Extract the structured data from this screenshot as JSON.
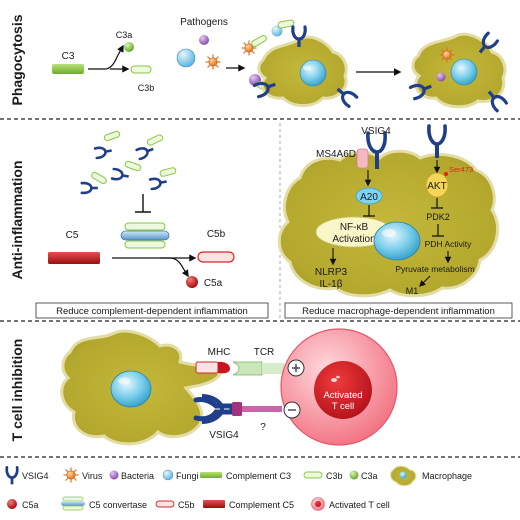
{
  "panels": {
    "phagocytosis": {
      "title": "Phagocytosis"
    },
    "anti_inflammation": {
      "title": "Anti-inflammation"
    },
    "t_cell": {
      "title": "T cell inhibition"
    }
  },
  "phagocytosis": {
    "c3": "C3",
    "c3a": "C3a",
    "c3b": "C3b",
    "pathogens": "Pathogens"
  },
  "anti": {
    "c5": "C5",
    "c5b": "C5b",
    "c5a": "C5a",
    "vsig4": "VSIG4",
    "ms4a6d": "MS4A6D",
    "a20": "A20",
    "nfkb_line1": "NF-κB",
    "nfkb_line2": "Activation",
    "nlrp3": "NLRP3",
    "il1b": "IL-1β",
    "akt": "AKT",
    "ser473": "Ser473",
    "pdk2": "PDK2",
    "pdh": "PDH Activity",
    "pyruvate": "Pyruvate metabolism",
    "m1": "M1",
    "box_left": "Reduce complement-dependent inflammation",
    "box_right": "Reduce macrophage-dependent inflammation"
  },
  "tcell": {
    "mhc": "MHC",
    "tcr": "TCR",
    "vsig4": "VSIG4",
    "question": "?",
    "activated_line1": "Activated",
    "activated_line2": "T cell"
  },
  "legend": {
    "vsig4": "VSIG4",
    "virus": "Virus",
    "bacteria": "Bacteria",
    "fungi": "Fungi",
    "complement_c3": "Complement C3",
    "c3b": "C3b",
    "c3a": "C3a",
    "macrophage": "Macrophage",
    "c5a": "C5a",
    "c5_convertase": "C5 convertase",
    "c5b": "C5b",
    "complement_c5": "Complement C5",
    "activated_t_cell": "Activated T cell"
  },
  "colors": {
    "macrophage_fill": "#b8ad32",
    "macrophage_edge": "#e8e2a8",
    "nucleus": "#6cc7e8",
    "vsig4": "#1f3f8a",
    "c3_green": "#8bc540",
    "c5_red": "#d42a2a",
    "t_cell": "#f06b7a",
    "t_cell_core": "#c8161e",
    "ser473": "#e2231a"
  }
}
